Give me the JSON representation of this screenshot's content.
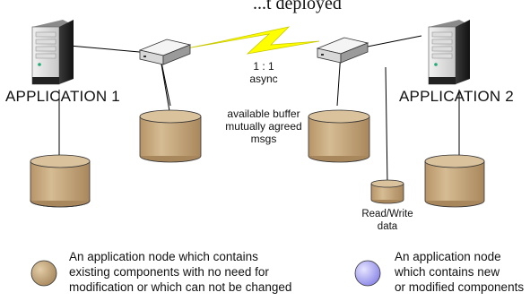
{
  "title_fragment": "...t deployed",
  "nodes": {
    "app1": "APPLICATION 1",
    "app2": "APPLICATION 2"
  },
  "link": {
    "ratio": "1 : 1",
    "mode": "async",
    "notes": [
      "available buffer",
      "mutually agreed",
      "msgs"
    ]
  },
  "storage_label": [
    "Read/Write",
    "data"
  ],
  "legend": [
    {
      "color": "#C6A77A",
      "lines": [
        "An application node which contains",
        "existing components with no need for",
        "modification or which can not be changed"
      ]
    },
    {
      "color": "#B3B0F5",
      "lines": [
        "An application node",
        "which contains new",
        "or modified components"
      ]
    }
  ],
  "colors": {
    "cylinder": "#C6A77A",
    "lightning": "#FFFF00",
    "line": "#000000"
  }
}
